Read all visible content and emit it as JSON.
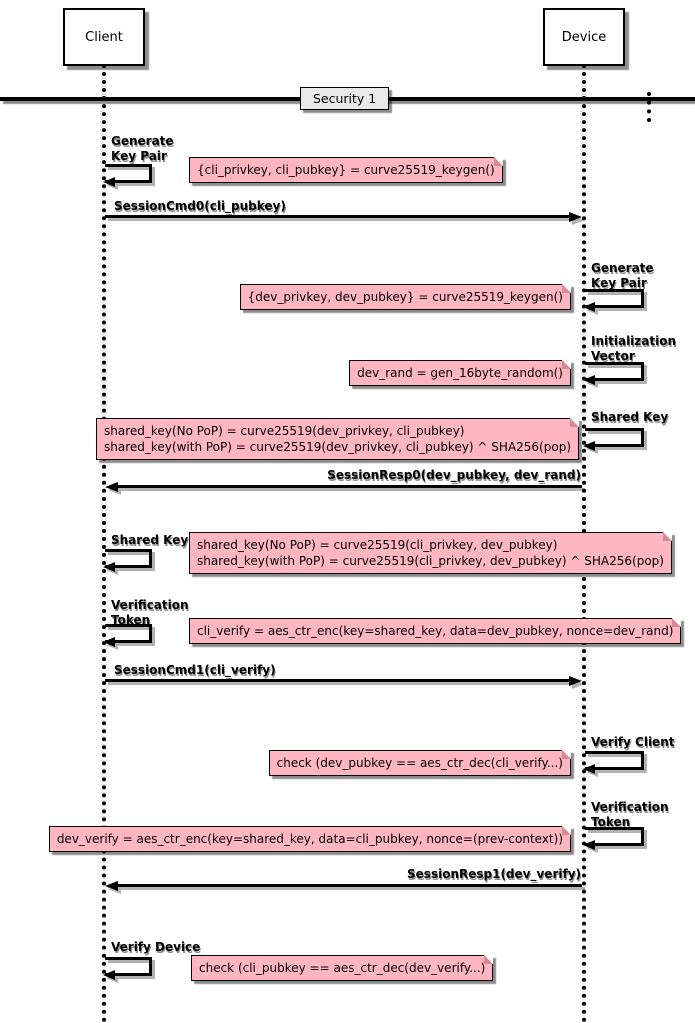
{
  "actors": {
    "client": "Client",
    "device": "Device"
  },
  "separator": {
    "label": "Security 1"
  },
  "labels": {
    "gen_keypair_client": "Generate\nKey Pair",
    "gen_keypair_device": "Generate\nKey Pair",
    "init_vector": "Initialization\nVector",
    "shared_key_device": "Shared Key",
    "shared_key_client": "Shared Key",
    "verification_token_client": "Verification\nToken",
    "verify_client": "Verify Client",
    "verification_token_device": "Verification\nToken",
    "verify_device": "Verify Device"
  },
  "messages": {
    "session_cmd0": "SessionCmd0(cli_pubkey)",
    "session_resp0": "SessionResp0(dev_pubkey, dev_rand)",
    "session_cmd1": "SessionCmd1(cli_verify)",
    "session_resp1": "SessionResp1(dev_verify)"
  },
  "notes": {
    "cli_keygen": "{cli_privkey, cli_pubkey} = curve25519_keygen()",
    "dev_keygen": "{dev_privkey, dev_pubkey} = curve25519_keygen()",
    "dev_rand": "dev_rand = gen_16byte_random()",
    "shared_key_dev": "shared_key(No PoP) = curve25519(dev_privkey, cli_pubkey)\nshared_key(with PoP) = curve25519(dev_privkey, cli_pubkey) ^ SHA256(pop)",
    "shared_key_cli": "shared_key(No PoP) = curve25519(cli_privkey, dev_pubkey)\nshared_key(with PoP) = curve25519(cli_privkey, dev_pubkey) ^ SHA256(pop)",
    "cli_verify": "cli_verify = aes_ctr_enc(key=shared_key, data=dev_pubkey, nonce=dev_rand)",
    "check_client": "check (dev_pubkey == aes_ctr_dec(cli_verify...)",
    "dev_verify": "dev_verify = aes_ctr_enc(key=shared_key, data=cli_pubkey, nonce=(prev-context))",
    "check_device": "check (cli_pubkey == aes_ctr_dec(dev_verify...)"
  },
  "colors": {
    "note_fill": "#ffb6c1",
    "note_fold": "#d98995",
    "separator_fill": "#e9e9e9",
    "line_color": "#000000"
  }
}
